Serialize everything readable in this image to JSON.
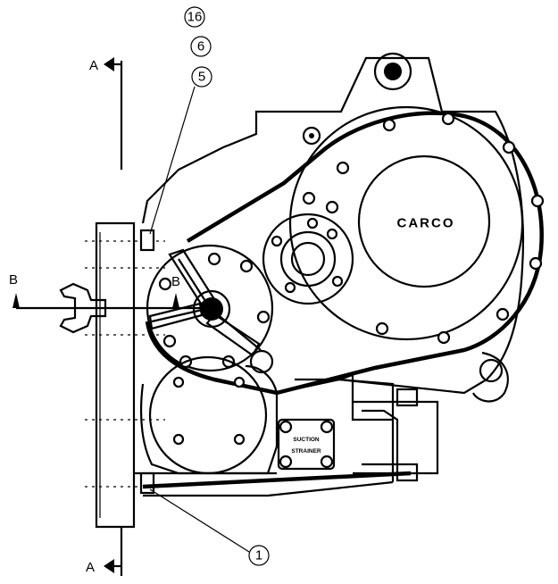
{
  "figure": {
    "brand_label": "CARCO",
    "plate_lines": [
      "SUCTION",
      "STRAINER"
    ],
    "section_labels": {
      "a_top": "A",
      "a_bottom": "A",
      "b_left": "B",
      "b_inner": "B"
    },
    "callouts": [
      "16",
      "6",
      "5",
      "1"
    ]
  }
}
